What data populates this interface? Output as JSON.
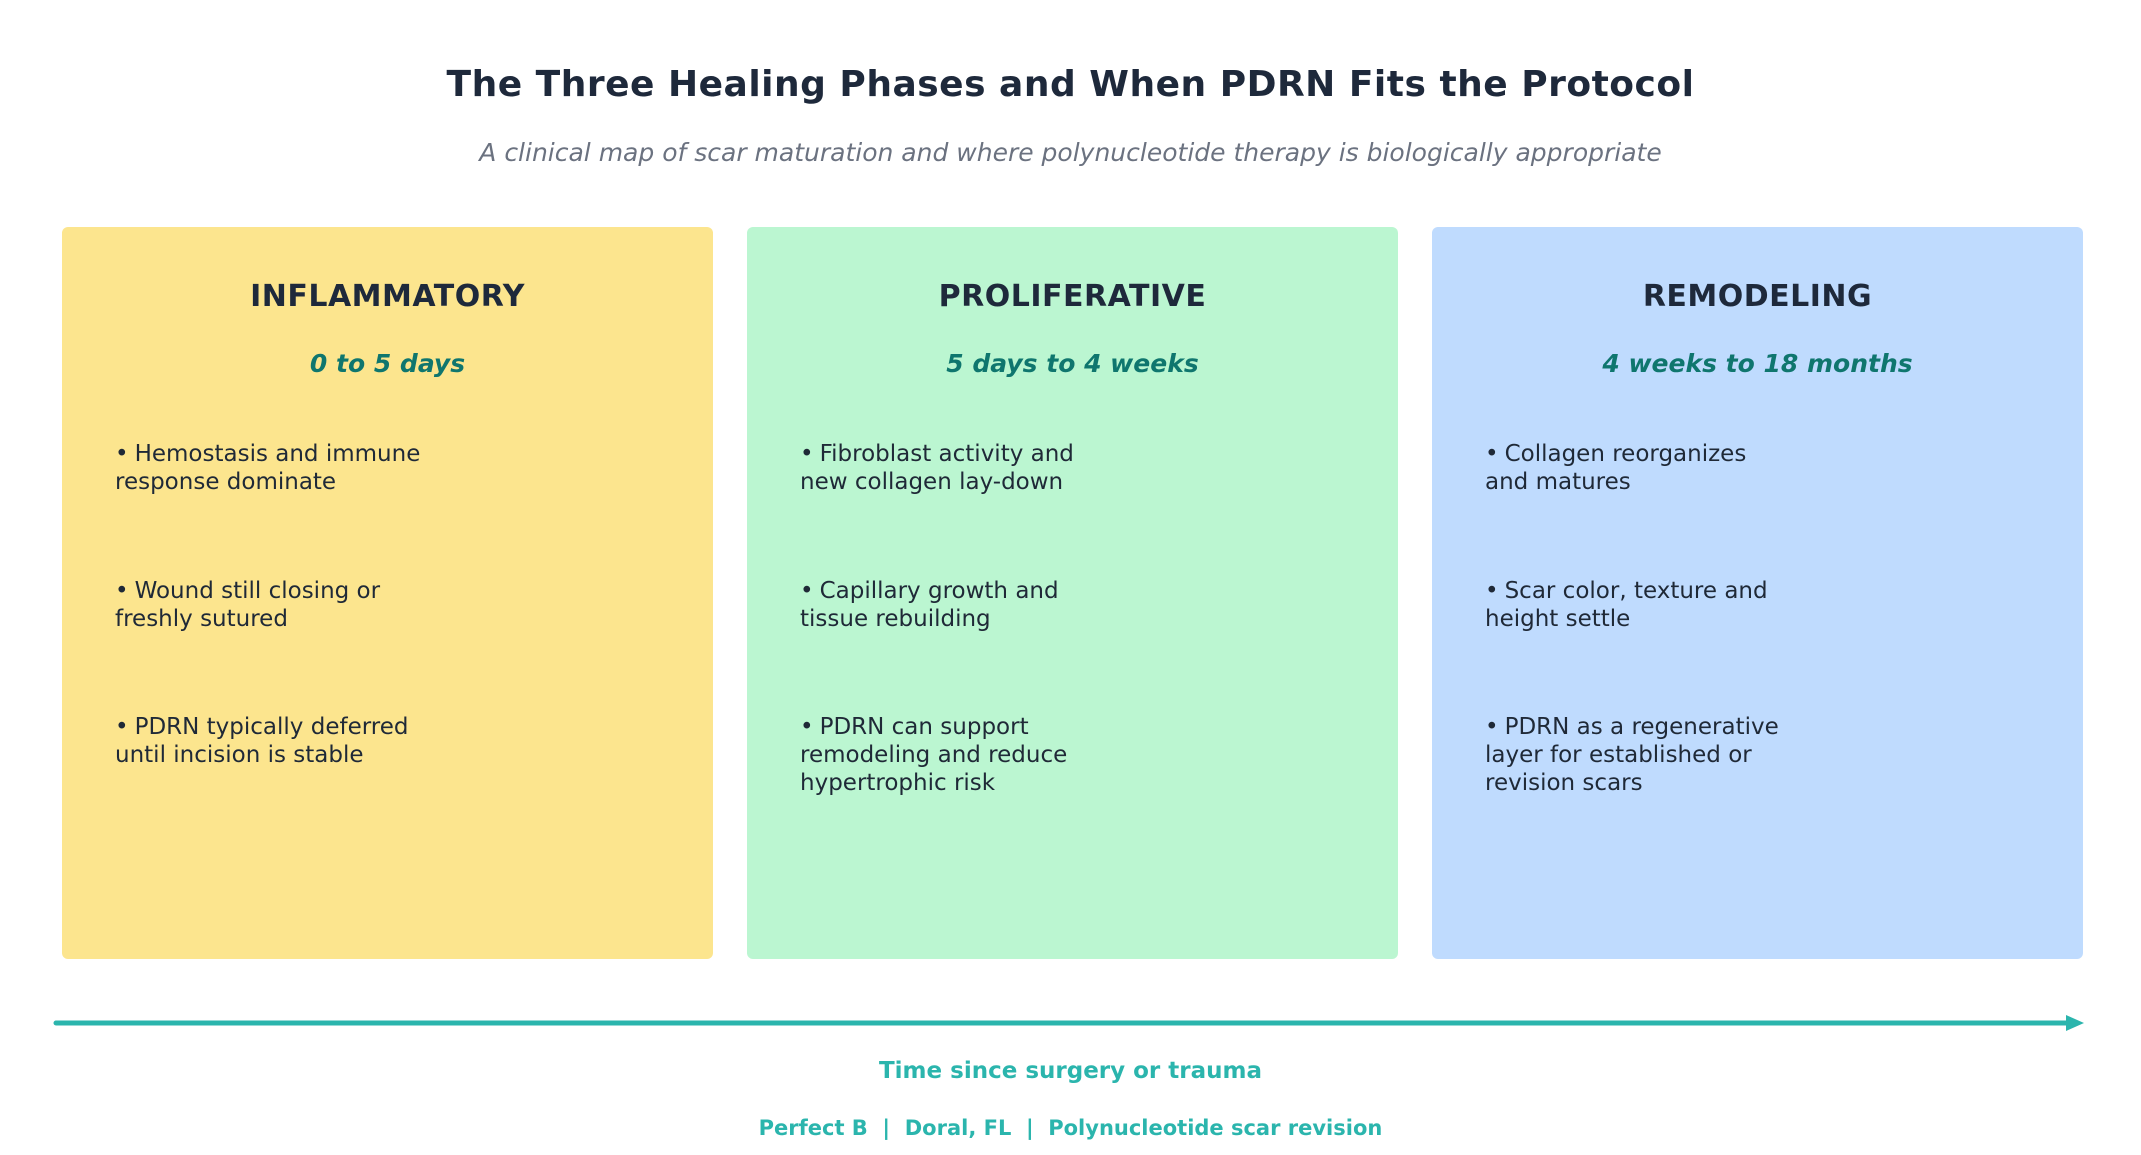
{
  "title": "The Three Healing Phases and When PDRN Fits the Protocol",
  "subtitle": "A clinical map of scar maturation and where polynucleotide therapy is biologically appropriate",
  "phases": [
    {
      "name": "INFLAMMATORY",
      "span": "0 to 5 days",
      "color": "#fce58e",
      "bullets": [
        [
          "Hemostasis and immune",
          "response dominate"
        ],
        [
          "Wound still closing or",
          "freshly sutured"
        ],
        [
          "PDRN typically deferred",
          "until incision is stable"
        ]
      ]
    },
    {
      "name": "PROLIFERATIVE",
      "span": "5 days to 4 weeks",
      "color": "#bbf6d1",
      "bullets": [
        [
          "Fibroblast activity and",
          "new collagen lay-down"
        ],
        [
          "Capillary growth and",
          "tissue rebuilding"
        ],
        [
          "PDRN can support",
          "remodeling and reduce",
          "hypertrophic risk"
        ]
      ]
    },
    {
      "name": "REMODELING",
      "span": "4 weeks to 18 months",
      "color": "#bfdbfe",
      "bullets": [
        [
          "Collagen reorganizes",
          "and matures"
        ],
        [
          "Scar color, texture and",
          "height settle"
        ],
        [
          "PDRN as a regenerative",
          "layer for established or",
          "revision scars"
        ]
      ]
    }
  ],
  "bullet_symbol": "•",
  "axis": {
    "label": "Time since surgery or trauma",
    "color": "#2bb5ad"
  },
  "footer": "Perfect B  |  Doral, FL  |  Polynucleotide scar revision"
}
